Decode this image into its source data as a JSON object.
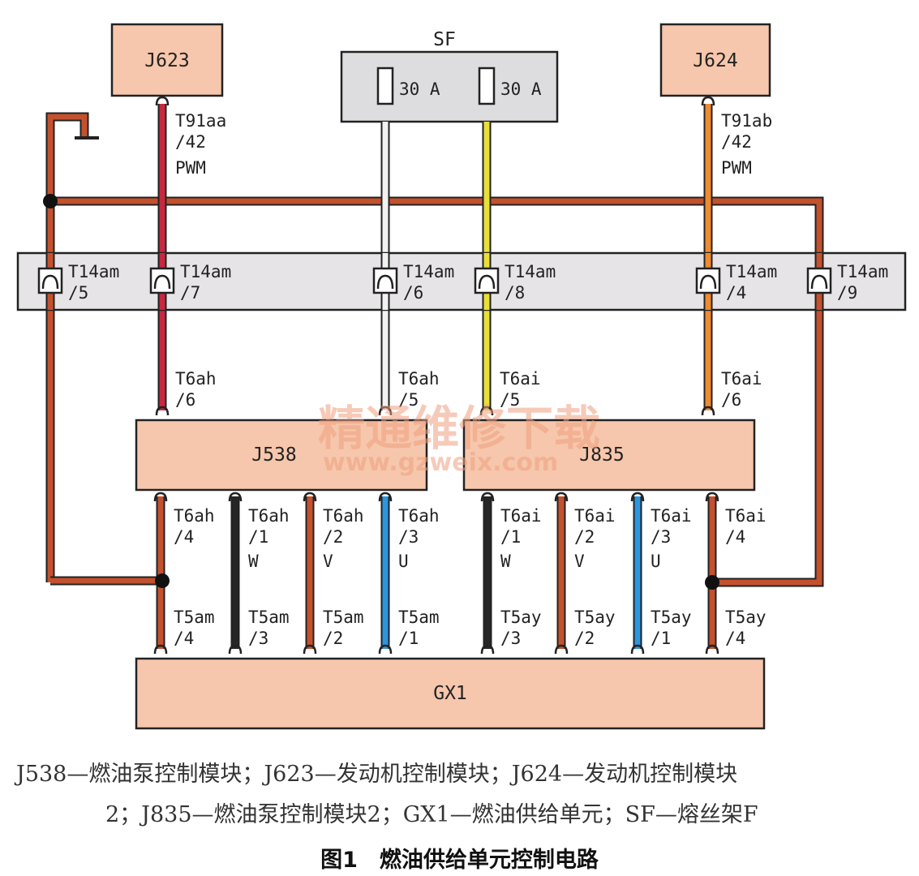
{
  "components": {
    "j623": "J623",
    "j624": "J624",
    "sf": "SF",
    "fuse1": "30 A",
    "fuse2": "30 A",
    "j538": "J538",
    "j835": "J835",
    "gx1": "GX1"
  },
  "pins": {
    "t91aa": "T91aa",
    "t91aa_pin": "/42",
    "pwm_left": "PWM",
    "t91ab": "T91ab",
    "t91ab_pin": "/42",
    "pwm_right": "PWM",
    "t14am_5": "T14am",
    "t14am_5_pin": "/5",
    "t14am_7": "T14am",
    "t14am_7_pin": "/7",
    "t14am_6": "T14am",
    "t14am_6_pin": "/6",
    "t14am_8": "T14am",
    "t14am_8_pin": "/8",
    "t14am_4": "T14am",
    "t14am_4_pin": "/4",
    "t14am_9": "T14am",
    "t14am_9_pin": "/9",
    "t6ah_6": "T6ah",
    "t6ah_6_pin": "/6",
    "t6ah_5": "T6ah",
    "t6ah_5_pin": "/5",
    "t6ai_5": "T6ai",
    "t6ai_5_pin": "/5",
    "t6ai_6": "T6ai",
    "t6ai_6_pin": "/6",
    "t6ah_4": "T6ah",
    "t6ah_4_pin": "/4",
    "t6ah_1": "T6ah",
    "t6ah_1_pin": "/1",
    "t6ah_1_ph": "W",
    "t6ah_2": "T6ah",
    "t6ah_2_pin": "/2",
    "t6ah_2_ph": "V",
    "t6ah_3": "T6ah",
    "t6ah_3_pin": "/3",
    "t6ah_3_ph": "U",
    "t6ai_1": "T6ai",
    "t6ai_1_pin": "/1",
    "t6ai_1_ph": "W",
    "t6ai_2": "T6ai",
    "t6ai_2_pin": "/2",
    "t6ai_2_ph": "V",
    "t6ai_3": "T6ai",
    "t6ai_3_pin": "/3",
    "t6ai_3_ph": "U",
    "t6ai_4": "T6ai",
    "t6ai_4_pin": "/4",
    "t5am_4": "T5am",
    "t5am_4_pin": "/4",
    "t5am_3": "T5am",
    "t5am_3_pin": "/3",
    "t5am_2": "T5am",
    "t5am_2_pin": "/2",
    "t5am_1": "T5am",
    "t5am_1_pin": "/1",
    "t5ay_3": "T5ay",
    "t5ay_3_pin": "/3",
    "t5ay_2": "T5ay",
    "t5ay_2_pin": "/2",
    "t5ay_1": "T5ay",
    "t5ay_1_pin": "/1",
    "t5ay_4": "T5ay",
    "t5ay_4_pin": "/4"
  },
  "watermark": {
    "cn": "精通维修下载",
    "url": "www.gzweix.com"
  },
  "caption": {
    "line1": "J538—燃油泵控制模块；J623—发动机控制模块；J624—发动机控制模块",
    "line2": "2；J835—燃油泵控制模块2；GX1—燃油供给单元；SF—熔丝架F",
    "title": "图1　燃油供给单元控制电路"
  },
  "colors": {
    "box_fill": "#f6c7ac",
    "connector_strip": "#e6e4e6",
    "fuse_box": "#dddcdf",
    "wire_brown": "#c4512e",
    "wire_red": "#c8283e",
    "wire_black": "#262626",
    "wire_blue": "#2d96dc",
    "wire_orange": "#f08a30",
    "wire_yellow": "#e8df38",
    "wire_white": "#f2f2f2"
  }
}
